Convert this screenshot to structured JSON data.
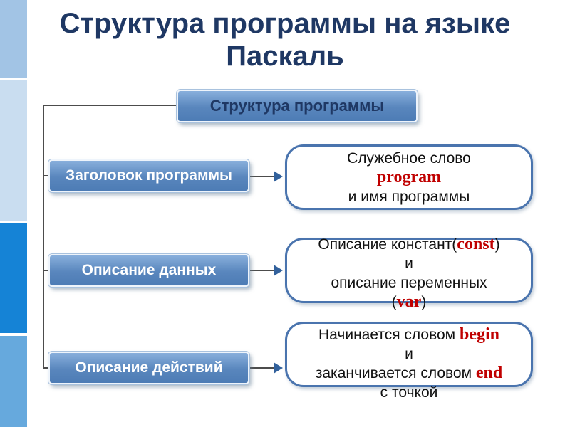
{
  "title": {
    "line1": "Структура программы на языке",
    "line2": "Паскаль"
  },
  "diagram": {
    "root_label": "Структура программы",
    "rows": [
      {
        "label": "Заголовок программы",
        "desc": [
          [
            {
              "text": "Служебное слово",
              "keyword": false
            }
          ],
          [
            {
              "text": "program",
              "keyword": true
            }
          ],
          [
            {
              "text": "и имя программы",
              "keyword": false
            }
          ]
        ]
      },
      {
        "label": "Описание данных",
        "desc": [
          [
            {
              "text": "Описание констант(",
              "keyword": false
            },
            {
              "text": "const",
              "keyword": true
            },
            {
              "text": ")",
              "keyword": false
            }
          ],
          [
            {
              "text": "и",
              "keyword": false
            }
          ],
          [
            {
              "text": "описание переменных",
              "keyword": false
            }
          ],
          [
            {
              "text": "(",
              "keyword": false
            },
            {
              "text": "var",
              "keyword": true
            },
            {
              "text": ")",
              "keyword": false
            }
          ]
        ]
      },
      {
        "label": "Описание действий",
        "desc": [
          [
            {
              "text": "Начинается словом ",
              "keyword": false
            },
            {
              "text": "begin",
              "keyword": true
            }
          ],
          [
            {
              "text": "и",
              "keyword": false
            }
          ],
          [
            {
              "text": "заканчивается словом ",
              "keyword": false
            },
            {
              "text": "end",
              "keyword": true
            }
          ],
          [
            {
              "text": "с точкой",
              "keyword": false
            }
          ]
        ]
      }
    ]
  },
  "colors": {
    "title_navy": "#1f3864",
    "keyword_red": "#c00000",
    "node_blue": "#5986bd",
    "desc_border_blue": "#4a74ae",
    "strip_bright_blue": "#1583d6"
  }
}
